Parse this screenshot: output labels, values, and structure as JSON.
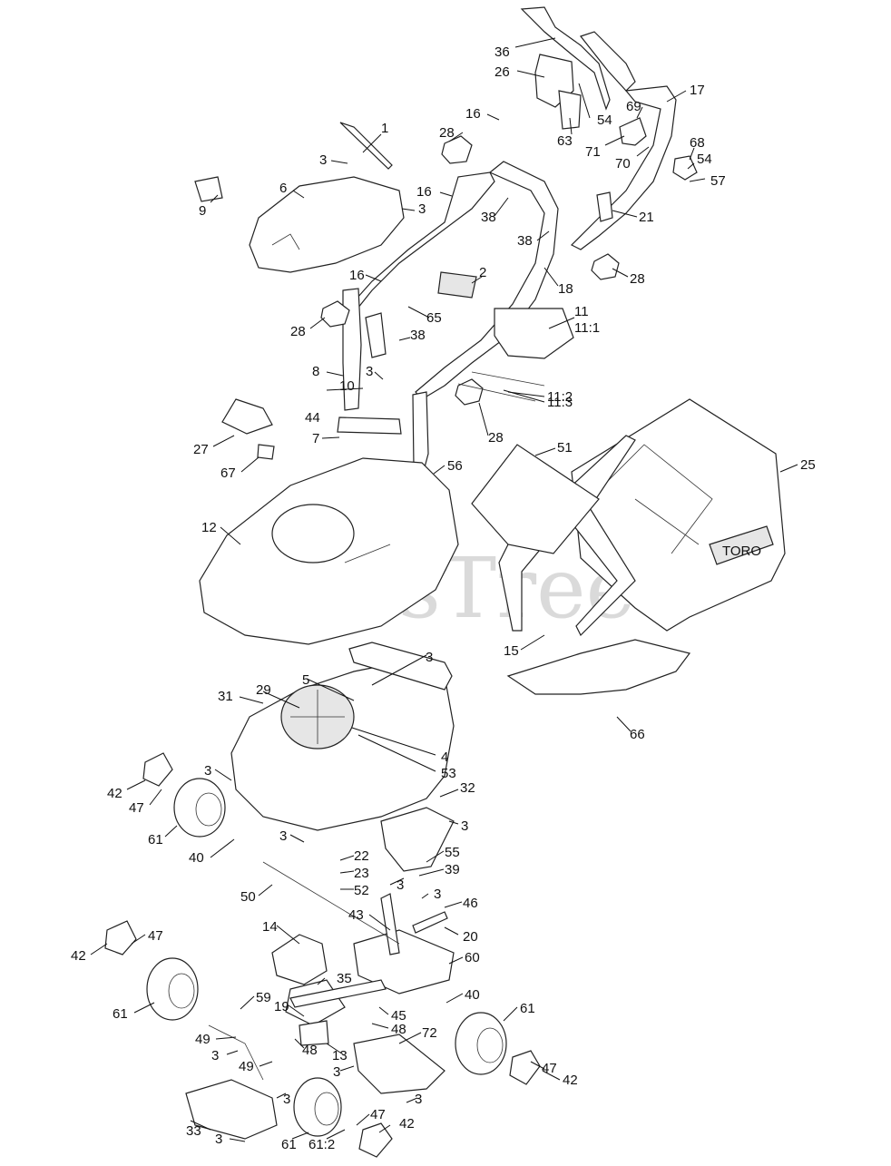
{
  "watermark": "PartsTree",
  "brand": {
    "logo_text": "TORO"
  },
  "callouts": [
    "36",
    "26",
    "17",
    "1",
    "16",
    "69",
    "54",
    "28",
    "63",
    "71",
    "70",
    "68",
    "54",
    "57",
    "3",
    "6",
    "16",
    "3",
    "9",
    "38",
    "21",
    "38",
    "28",
    "16",
    "2",
    "18",
    "28",
    "65",
    "11",
    "11:1",
    "38",
    "8",
    "3",
    "10",
    "11:3",
    "44",
    "11:2",
    "28",
    "7",
    "27",
    "67",
    "56",
    "51",
    "25",
    "12",
    "15",
    "66",
    "3",
    "5",
    "29",
    "31",
    "4",
    "53",
    "42",
    "3",
    "32",
    "47",
    "3",
    "61",
    "3",
    "40",
    "22",
    "55",
    "23",
    "39",
    "52",
    "3",
    "3",
    "50",
    "46",
    "43",
    "20",
    "14",
    "47",
    "42",
    "60",
    "35",
    "40",
    "61",
    "59",
    "45",
    "19",
    "48",
    "72",
    "61",
    "49",
    "48",
    "13",
    "47",
    "3",
    "3",
    "42",
    "49",
    "3",
    "3",
    "33",
    "47",
    "42",
    "3",
    "61",
    "61:2"
  ]
}
